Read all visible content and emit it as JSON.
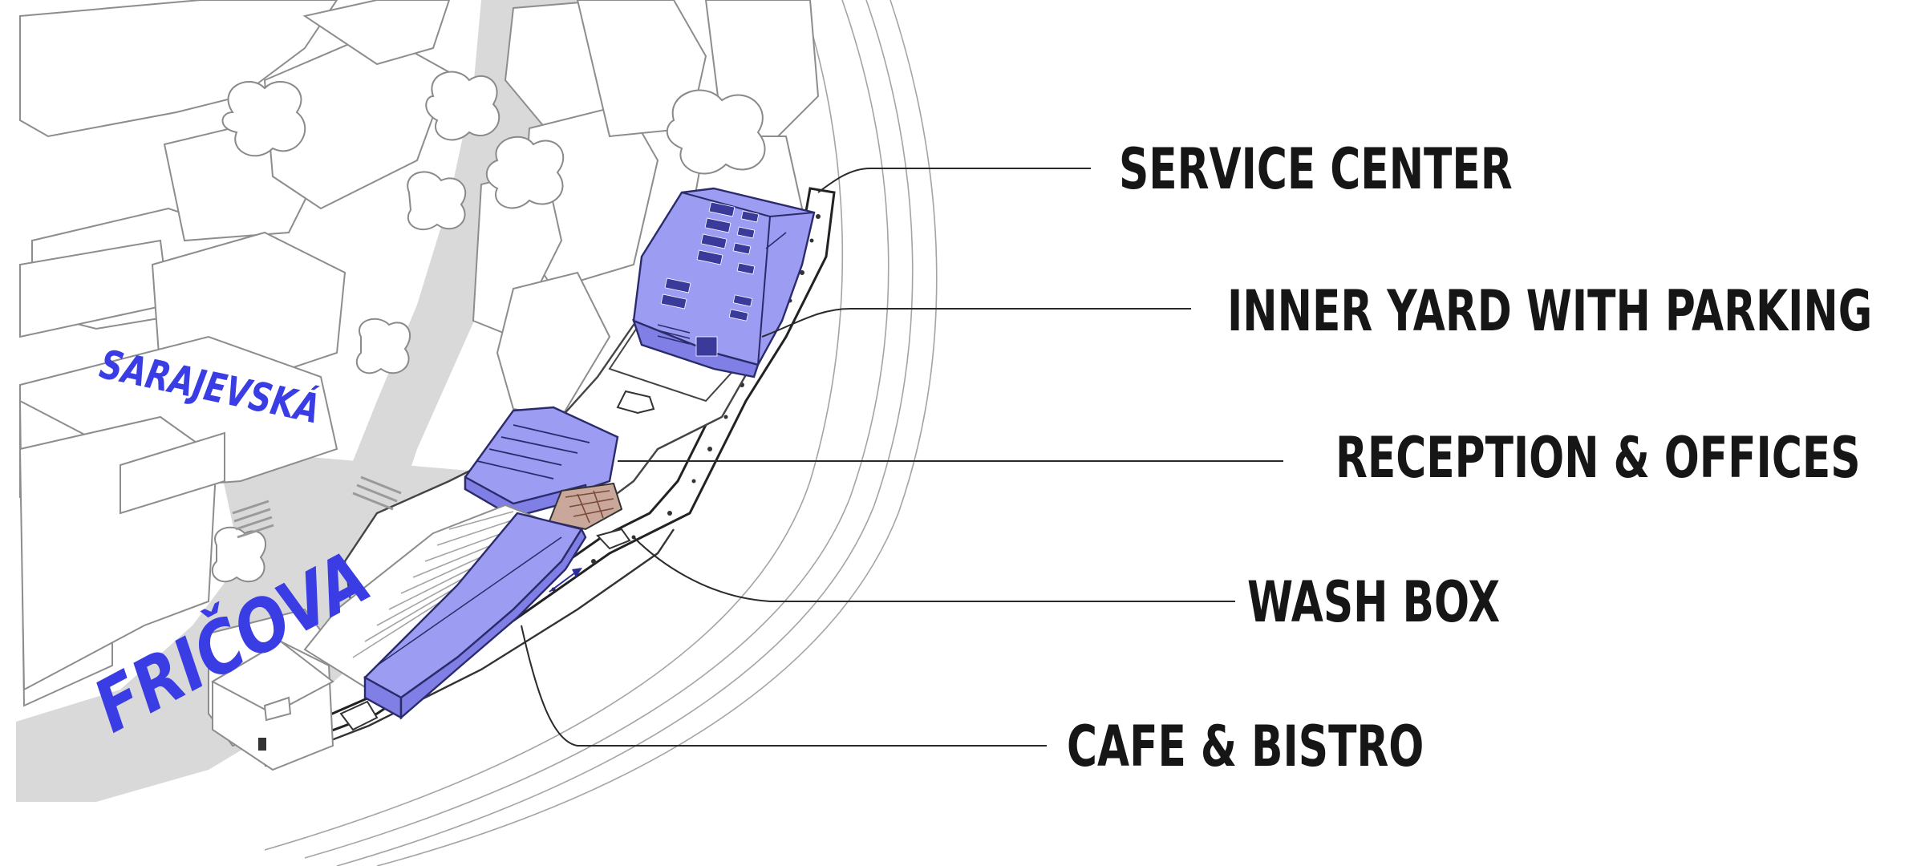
{
  "labels": {
    "service_center": "SERVICE CENTER",
    "inner_yard": "INNER YARD WITH PARKING",
    "reception": "RECEPTION & OFFICES",
    "wash_box": "WASH BOX",
    "cafe_bistro": "CAFE & BISTRO"
  },
  "streets": {
    "sarajevska": "SARAJEVSKÁ",
    "fricova": "FRIČOVA"
  },
  "colors": {
    "highlight": "#9c9cf2",
    "street_label": "#3a3de4",
    "label_text": "#161616",
    "wash_box": "#c9a79a"
  }
}
